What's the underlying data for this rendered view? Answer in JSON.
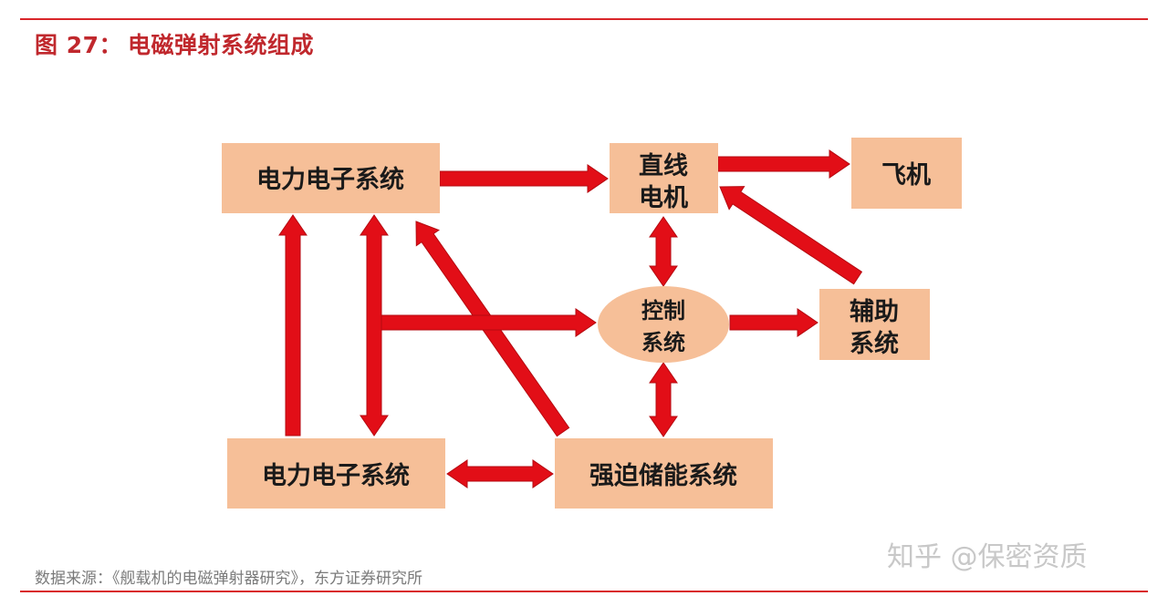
{
  "figure": {
    "number_label": "图 27：",
    "title": "电磁弹射系统组成"
  },
  "nodes": {
    "power_top": [
      "电力电子系统"
    ],
    "linear_motor": [
      "直线",
      "电机"
    ],
    "aircraft": [
      "飞机"
    ],
    "control": [
      "控制",
      "系统"
    ],
    "auxiliary": [
      "辅助",
      "系统"
    ],
    "power_bottom": [
      "电力电子系统"
    ],
    "storage": [
      "强迫储能系统"
    ]
  },
  "footer": {
    "source": "数据来源：《舰载机的电磁弹射器研究》，东方证券研究所"
  },
  "watermark": "知乎 @保密资质",
  "colors": {
    "accent": "#d9262a",
    "node_fill": "#f6bf98",
    "arrow": "#e20e17"
  }
}
